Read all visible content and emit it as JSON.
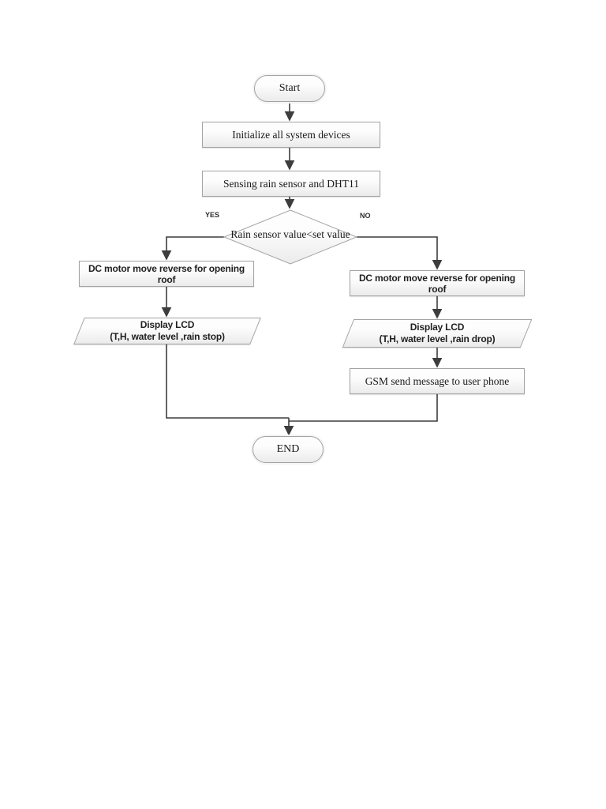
{
  "page": {
    "background": "#ffffff"
  },
  "diagram": {
    "branch_labels": {
      "yes": "YES",
      "no": "NO"
    },
    "nodes": {
      "start": {
        "type": "terminator",
        "label": "Start"
      },
      "initialize": {
        "type": "process",
        "label": "Initialize all system devices"
      },
      "sensing": {
        "type": "process",
        "label": "Sensing rain sensor and DHT11"
      },
      "decision": {
        "type": "decision",
        "label": "Rain sensor value<set value"
      },
      "dc_motor_left": {
        "type": "process",
        "label": "DC motor move reverse for opening roof"
      },
      "display_lcd_left": {
        "type": "input-output",
        "line1": "Display LCD",
        "line2": "(T,H, water level ,rain stop)"
      },
      "dc_motor_right": {
        "type": "process",
        "label": "DC motor move reverse for opening roof"
      },
      "display_lcd_right": {
        "type": "input-output",
        "line1": "Display LCD",
        "line2": "(T,H, water level ,rain drop)"
      },
      "gsm": {
        "type": "process",
        "label": "GSM send message to user phone"
      },
      "end": {
        "type": "terminator",
        "label": "END"
      }
    },
    "colors": {
      "connector": "#3d3d3d",
      "shape_border": "#a3a3a3",
      "shape_fill_top": "#fdfdfd",
      "shape_fill_bottom": "#ebebeb",
      "text": "#1a1a1a"
    }
  }
}
